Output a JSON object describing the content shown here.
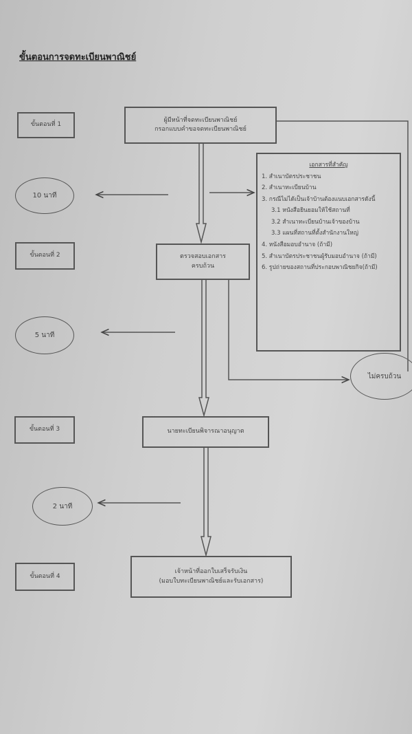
{
  "title": "ขั้นตอนการจดทะเบียนพาณิชย์",
  "steps": [
    {
      "label": "ขั้นตอนที่ 1",
      "box_line1": "ผู้มีหน้าที่จดทะเบียนพาณิชย์",
      "box_line2": "กรอกแบบคำขอจดทะเบียนพาณิชย์",
      "time": "10 นาที"
    },
    {
      "label": "ขั้นตอนที่ 2",
      "box_line1": "ตรวจสอบเอกสาร",
      "box_line2": "ครบถ้วน",
      "time": "5 นาที"
    },
    {
      "label": "ขั้นตอนที่ 3",
      "box_line1": "นายทะเบียนพิจารณาอนุญาต",
      "time": "2 นาที"
    },
    {
      "label": "ขั้นตอนที่ 4",
      "box_line1": "เจ้าหน้าที่ออกใบเสร็จรับเงิน",
      "box_line2": "(มอบใบทะเบียนพาณิชย์และรับเอกสาร)"
    }
  ],
  "incomplete": "ไม่ครบถ้วน",
  "documents": {
    "heading": "เอกสารที่สำคัญ",
    "items": [
      "1. สำเนาบัตรประชาชน",
      "2. สำเนาทะเบียนบ้าน",
      "3. กรณีไม่ได้เป็นเจ้าบ้านต้องแนบเอกสารดังนี้",
      "3.1 หนังสือยินยอมให้ใช้สถานที่",
      "3.2 สำเนาทะเบียนบ้านเจ้าของบ้าน",
      "3.3 แผนที่สถานที่ตั้งสำนักงานใหญ่",
      "4. หนังสือมอบอำนาจ (ถ้ามี)",
      "5. สำเนาบัตรประชาชนผู้รับมอบอำนาจ (ถ้ามี)",
      "6. รูปถ่ายของสถานที่ประกอบพาณิชยกิจ(ถ้ามี)"
    ]
  }
}
